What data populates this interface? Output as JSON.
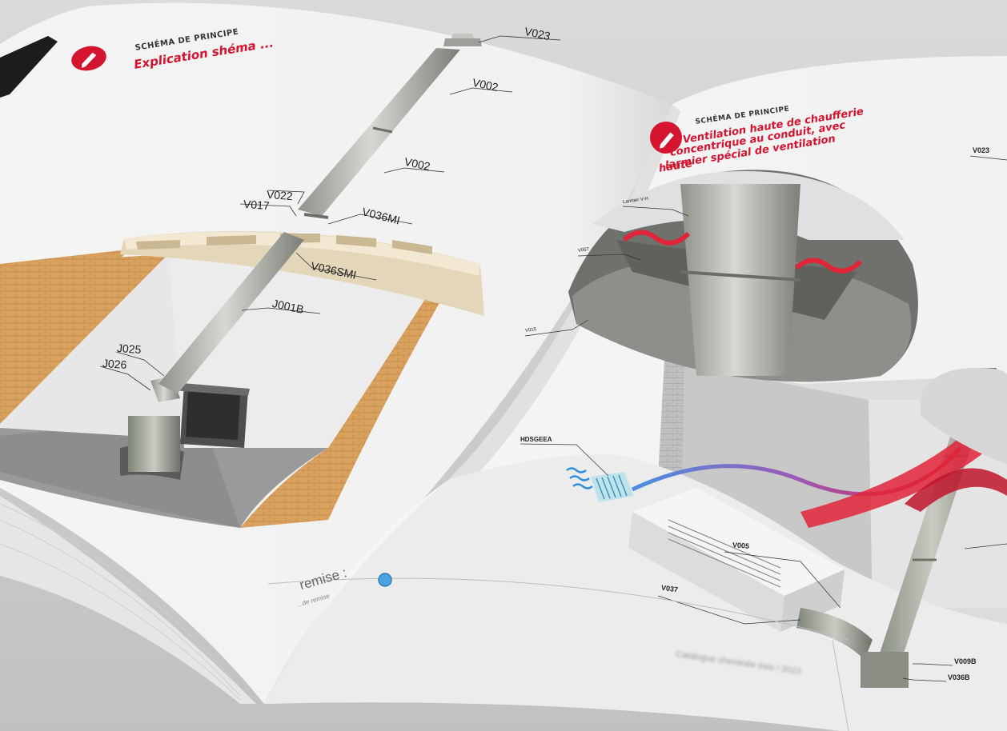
{
  "left_page": {
    "section_label": "SCHÉMA DE PRINCIPE",
    "title": "Explication shéma ...",
    "callouts": [
      "V023",
      "V002",
      "V002",
      "V022",
      "V017",
      "V036MI",
      "V036SMI",
      "J001B",
      "J025",
      "J026"
    ],
    "footer_text": "remise :",
    "footer_subtext": "...de remise"
  },
  "right_page": {
    "section_label": "SCHÉMA DE PRINCIPE",
    "title_lines": [
      "Ventilation haute de chaufferie",
      "concentrique au conduit, avec",
      "larmier spécial de ventilation",
      "haute"
    ],
    "callouts": [
      "V023",
      "Larmier V-H",
      "V057",
      "V015",
      "HDSGEEA",
      "V005",
      "V037",
      "V009B",
      "V036B"
    ],
    "footer_blur_text": "Catalogue cheminée inox / 2023"
  },
  "colors": {
    "accent_red": "#d5142f",
    "background": "#cfd1d3",
    "page": "#f3f3f3",
    "brick": "#d9a15e",
    "steel": "#b9bcb3"
  }
}
